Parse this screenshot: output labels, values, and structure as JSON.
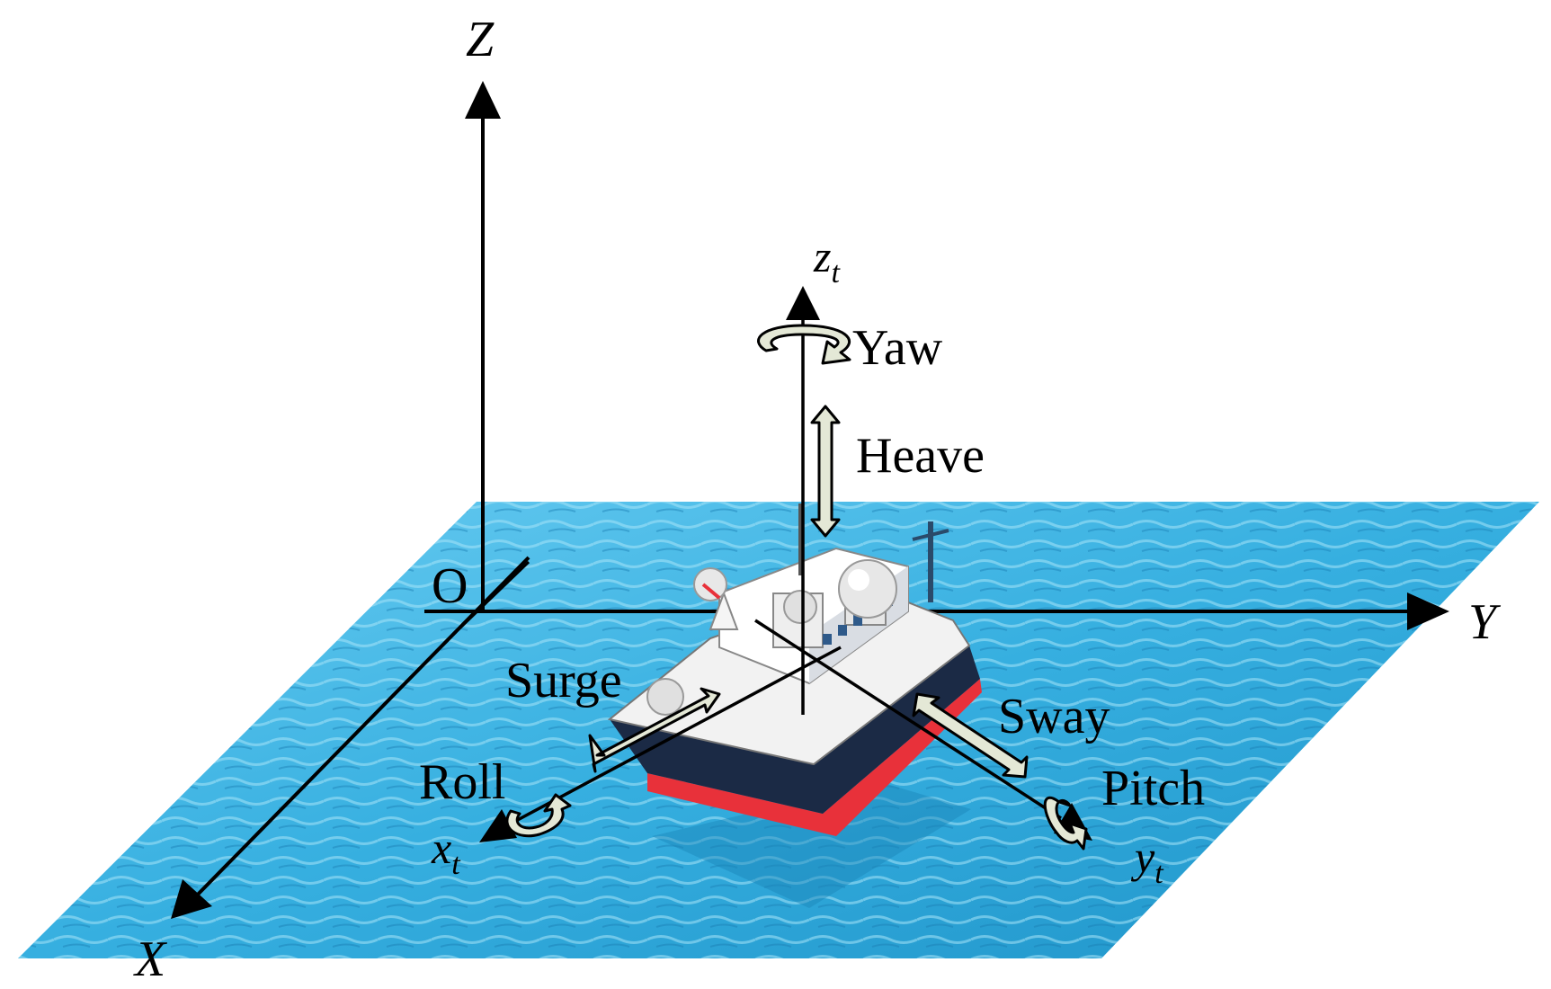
{
  "diagram": {
    "labels": {
      "world_z": "Z",
      "world_x": "X",
      "world_y": "Y",
      "origin": "O",
      "ship_z": "z",
      "ship_z_sub": "t",
      "ship_x": "x",
      "ship_x_sub": "t",
      "ship_y": "y",
      "ship_y_sub": "t",
      "yaw": "Yaw",
      "heave": "Heave",
      "surge": "Surge",
      "sway": "Sway",
      "roll": "Roll",
      "pitch": "Pitch"
    },
    "colors": {
      "water_light": "#5cc6ee",
      "water_dark": "#1f98cf",
      "arrow_fill": "#e4e8d6",
      "hull_dark": "#1b2a45",
      "hull_red": "#e8313a",
      "superstructure": "#f2f2f2"
    }
  }
}
